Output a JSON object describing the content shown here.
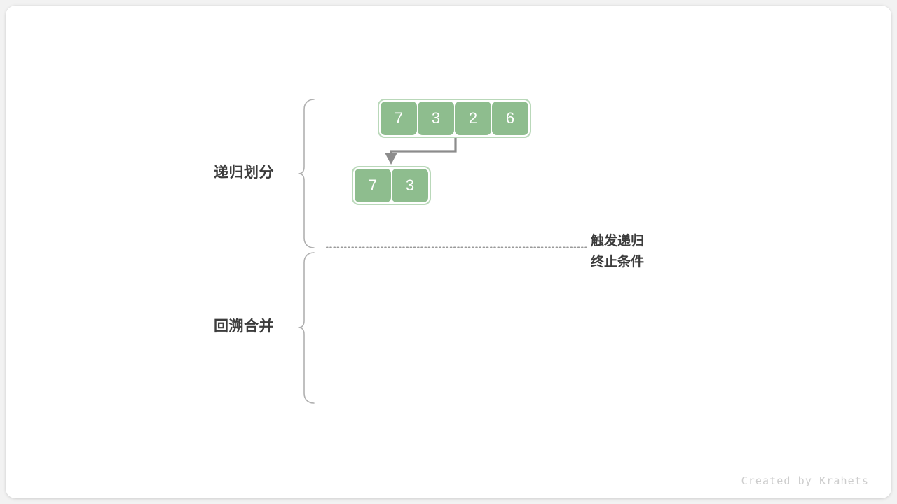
{
  "diagram": {
    "title": "Merge sort recursive divide illustration",
    "background_color": "#f2f2f2",
    "card_color": "#ffffff",
    "accent_color": "#8ebd8e",
    "accent_border_color": "#b9d8b9",
    "text_color": "#3c3c3c",
    "line_color": "#8c8c8c"
  },
  "labels": {
    "divide": "递归划分",
    "merge": "回溯合并"
  },
  "annotation": {
    "line1": "触发递归",
    "line2": "终止条件"
  },
  "arrays": [
    {
      "name": "array-top",
      "values": [
        "7",
        "3",
        "2",
        "6"
      ]
    },
    {
      "name": "array-left",
      "values": [
        "7",
        "3"
      ]
    }
  ],
  "divider": {
    "style": "dotted",
    "color": "#9a9a9a"
  },
  "arrow": {
    "color": "#8c8c8c",
    "from": "array-top",
    "to": "array-left"
  },
  "watermark": "Created by Krahets"
}
